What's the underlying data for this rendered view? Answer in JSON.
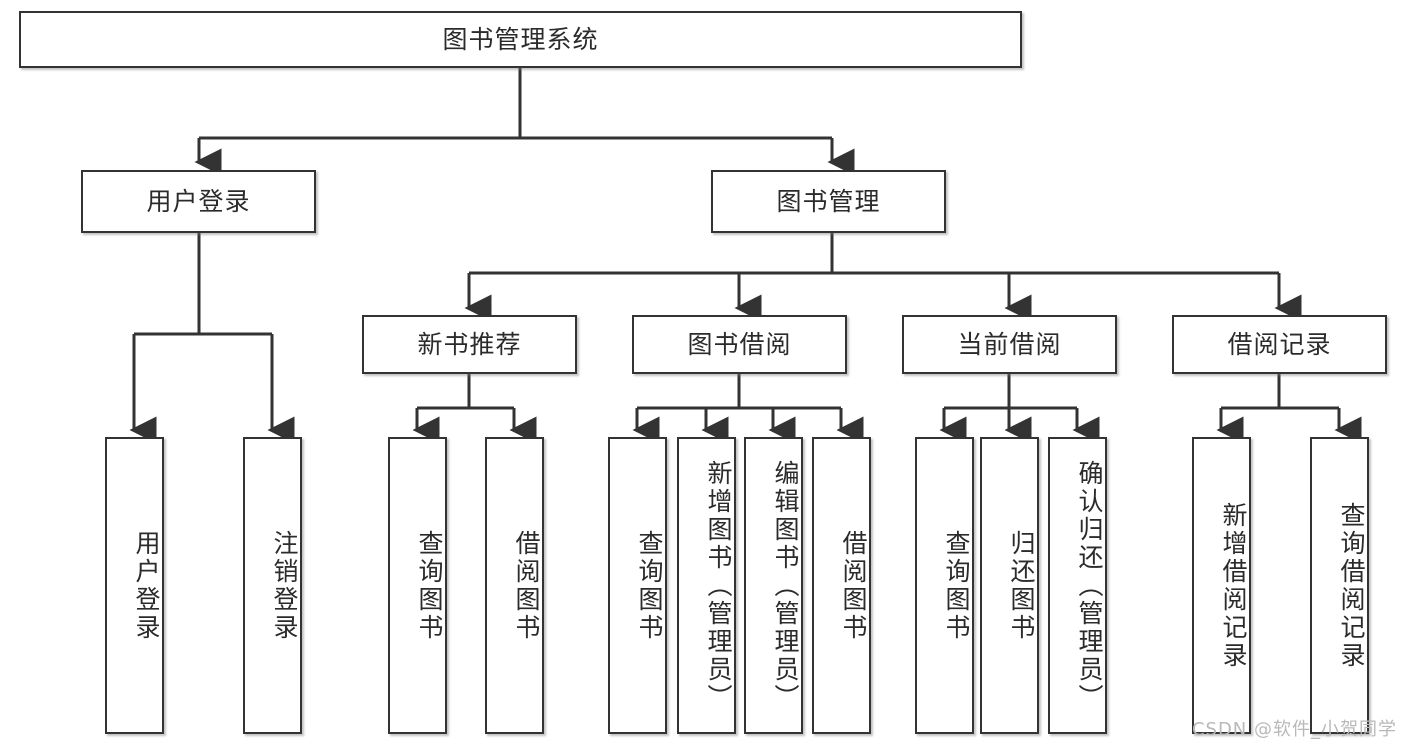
{
  "diagram": {
    "title": "图书管理系统",
    "watermark": "CSDN @软件_小贺同学",
    "theme": {
      "background": "#ffffff",
      "box_border": "#333333",
      "box_fill": "#ffffff",
      "text": "#2b2b2b",
      "edge": "#333333",
      "watermark_color": "#b9b9b9"
    },
    "root": {
      "label": "图书管理系统"
    },
    "level2": [
      {
        "id": "user-login",
        "label": "用户登录"
      },
      {
        "id": "book-manage",
        "label": "图书管理"
      }
    ],
    "level3": [
      {
        "id": "new-book-recommend",
        "label": "新书推荐"
      },
      {
        "id": "book-borrow",
        "label": "图书借阅"
      },
      {
        "id": "current-borrow",
        "label": "当前借阅"
      },
      {
        "id": "borrow-record",
        "label": "借阅记录"
      }
    ],
    "leaves": {
      "user_login": [
        {
          "id": "leaf-user-login",
          "label": "用户登录"
        },
        {
          "id": "leaf-logout-login",
          "label": "注销登录"
        }
      ],
      "new_book_recommend": [
        {
          "id": "leaf-query-book-1",
          "label": "查询图书"
        },
        {
          "id": "leaf-borrow-book-1",
          "label": "借阅图书"
        }
      ],
      "book_borrow": [
        {
          "id": "leaf-query-book-2",
          "label": "查询图书"
        },
        {
          "id": "leaf-add-book",
          "label": "新增图书（管理员）"
        },
        {
          "id": "leaf-edit-book",
          "label": "编辑图书（管理员）"
        },
        {
          "id": "leaf-borrow-book-2",
          "label": "借阅图书"
        }
      ],
      "current_borrow": [
        {
          "id": "leaf-query-book-3",
          "label": "查询图书"
        },
        {
          "id": "leaf-return-book",
          "label": "归还图书"
        },
        {
          "id": "leaf-confirm-return",
          "label": "确认归还（管理员）"
        }
      ],
      "borrow_record": [
        {
          "id": "leaf-add-record",
          "label": "新增借阅记录"
        },
        {
          "id": "leaf-query-record",
          "label": "查询借阅记录"
        }
      ]
    }
  }
}
